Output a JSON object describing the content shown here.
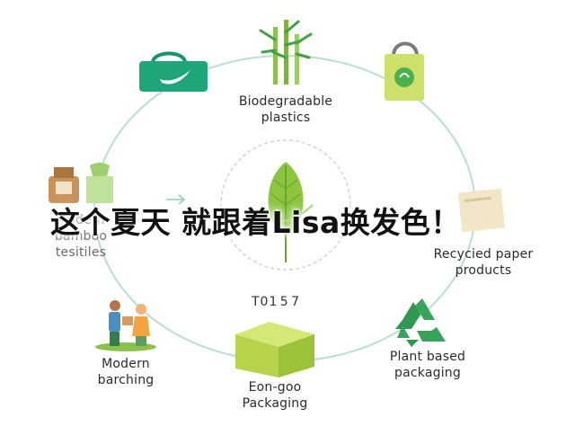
{
  "diagram": {
    "center_code": "T01 5 7",
    "nodes": [
      {
        "id": "biodegradable",
        "label": "Biodegradable\nplastics",
        "icon": "bamboo-icon"
      },
      {
        "id": "bag-top-left",
        "label": "",
        "icon": "shopping-bag-icon"
      },
      {
        "id": "bag-top-right",
        "label": "",
        "icon": "eco-tote-bag-icon"
      },
      {
        "id": "bamboo-textiles",
        "label": "Modern\nbamboo\ntesitiles",
        "icon": "jars-icon"
      },
      {
        "id": "recycled-paper",
        "label": "Recycied paper\nproducts",
        "icon": "paper-icon"
      },
      {
        "id": "modern-barching",
        "label": "Modern\nbarching",
        "icon": "people-icon"
      },
      {
        "id": "eon-goo",
        "label": "Eon-goo\nPackaging",
        "icon": "box-icon"
      },
      {
        "id": "plant-based",
        "label": "Plant based\npackaging",
        "icon": "recycle-icon"
      }
    ],
    "center_icon": "leaf-icon"
  },
  "overlay_text": "这个夏天 就跟着Lisa换发色！",
  "colors": {
    "ring": "#b9dfcd",
    "green": "#3aa35b",
    "dark_green": "#1f8a4c",
    "leaf": "#8cc63f"
  }
}
